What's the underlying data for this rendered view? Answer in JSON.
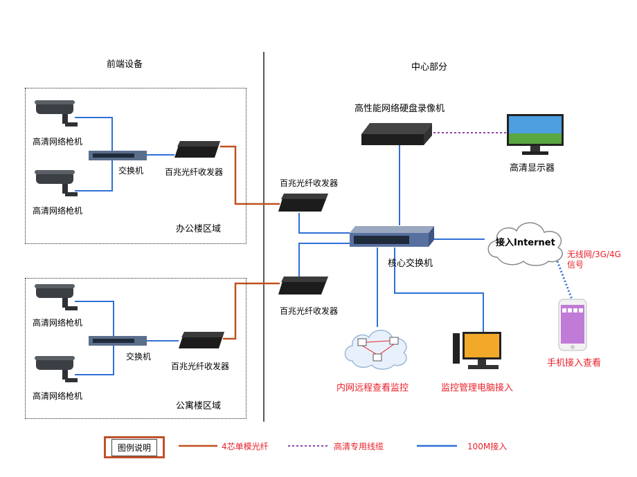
{
  "sections": {
    "front": "前端设备",
    "center": "中心部分"
  },
  "zones": {
    "office": "办公楼区域",
    "apartment": "公寓楼区域"
  },
  "devices": {
    "camera1": "高清网络枪机",
    "camera2": "高清网络枪机",
    "camera3": "高清网络枪机",
    "camera4": "高清网络枪机",
    "switch_office": "交换机",
    "switch_apartment": "交换机",
    "transceiver_office": "百兆光纤收发器",
    "transceiver_apartment": "百兆光纤收发器",
    "transceiver_center_top": "百兆光纤收发器",
    "transceiver_center_bottom": "百兆光纤收发器",
    "nvr": "高性能网络硬盘录像机",
    "monitor": "高清显示器",
    "core_switch": "核心交换机",
    "internet": "接入Internet",
    "wireless": "无线网/3G/4G",
    "wireless2": "信号",
    "lan_remote": "内网远程查看监控",
    "pc_access": "监控管理电脑接入",
    "mobile_access": "手机接入查看"
  },
  "legend": {
    "title": "图例说明",
    "fiber": "4芯单模光纤",
    "hd_cable": "高清专用线缆",
    "access_100m": "100M接入"
  },
  "colors": {
    "fiber": "#c0501e",
    "hd_cable": "#8e44ad",
    "access": "#2f6fd6",
    "red_text": "#e8202a"
  }
}
